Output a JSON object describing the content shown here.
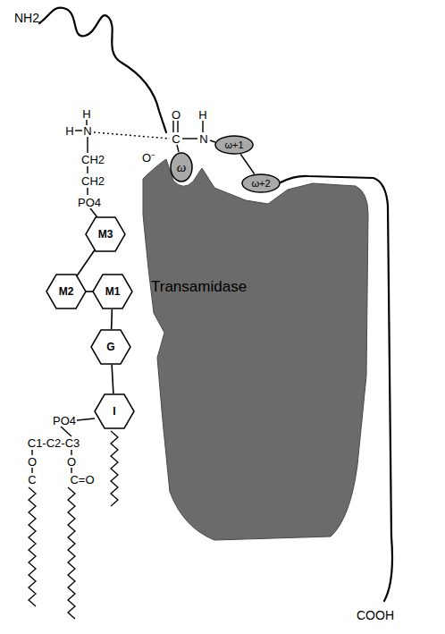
{
  "diagram": {
    "nodes": [
      {
        "text": [
          "Transamidase"
        ]
      },
      {
        "text": [
          "ω"
        ]
      },
      {
        "text": [
          "ω+1"
        ]
      },
      {
        "text": [
          "ω+2"
        ]
      },
      {
        "text": [
          "M3"
        ]
      },
      {
        "text": [
          "M2"
        ]
      },
      {
        "text": [
          "M1"
        ]
      },
      {
        "text": [
          "G"
        ]
      },
      {
        "text": [
          "I"
        ]
      }
    ],
    "edges": [
      {
        "from": 2,
        "to": 3,
        "arrow": "none"
      },
      {
        "from": 4,
        "to": 5,
        "arrow": "none"
      },
      {
        "from": 5,
        "to": 6,
        "arrow": "none"
      },
      {
        "from": 6,
        "to": 7,
        "arrow": "none"
      },
      {
        "from": 7,
        "to": 8,
        "arrow": "none"
      }
    ],
    "labels": [
      "NH2",
      "O",
      "H",
      "C",
      "N",
      "O⁻",
      "H",
      "H",
      "N",
      "CH2",
      "CH2",
      "PO4",
      "PO4",
      "C1-C2-C3",
      "O",
      "O",
      "C",
      "C=O",
      "COOH"
    ]
  }
}
